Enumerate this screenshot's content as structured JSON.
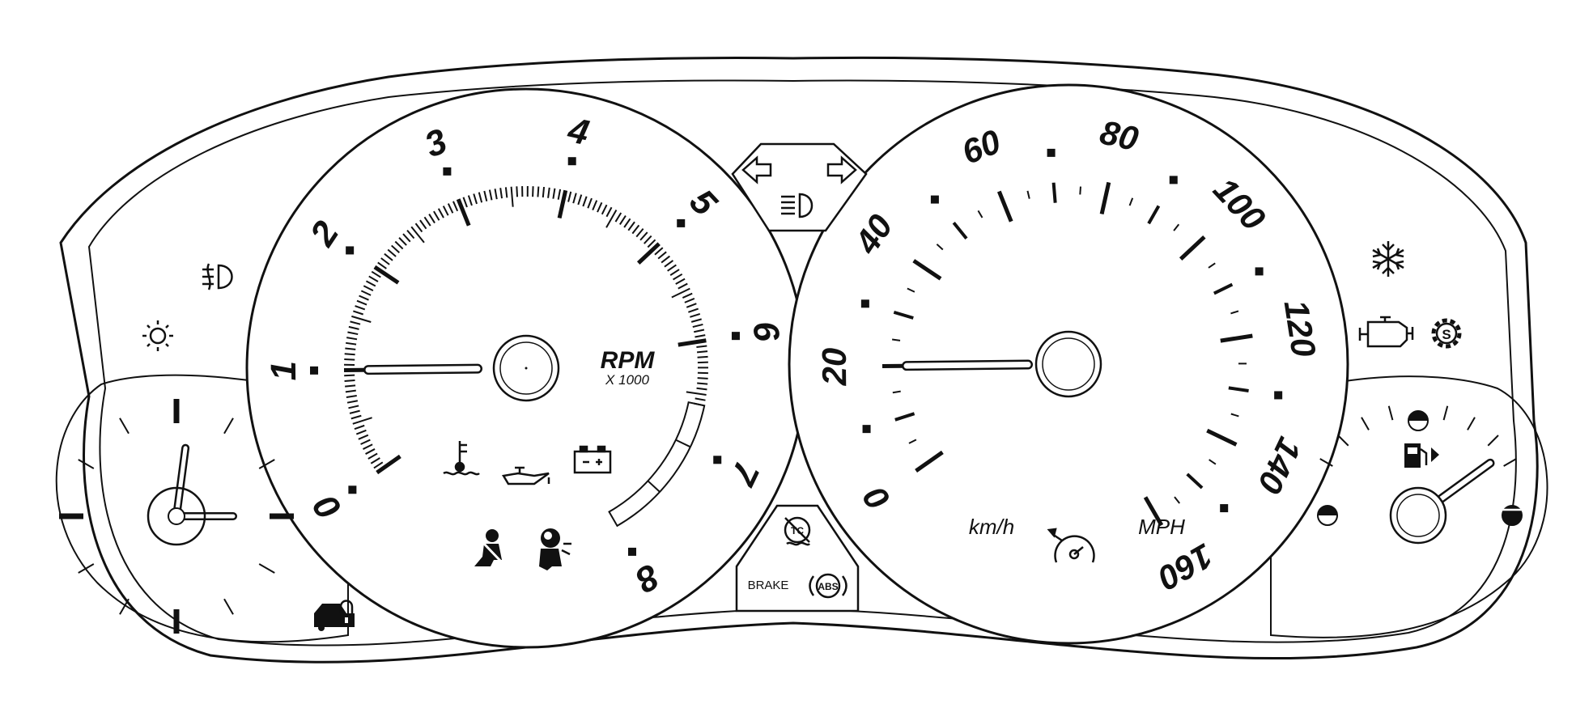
{
  "tachometer": {
    "numbers": [
      "0",
      "1",
      "2",
      "3",
      "4",
      "5",
      "6",
      "7",
      "8"
    ],
    "unit": "RPM",
    "multiplier": "X 1000",
    "value": 1.0,
    "redline_from": 6.6
  },
  "speedometer": {
    "labels": [
      "0",
      "20",
      "40",
      "60",
      "80",
      "100",
      "120",
      "140",
      "160"
    ],
    "unit_metric": "km/h",
    "unit_imperial": "MPH",
    "value": 20
  },
  "fuel_gauge": {
    "level_fraction": 0.95
  },
  "clock": {
    "hour": 12,
    "minute": 15
  },
  "telltales": {
    "brake_label": "BRAKE",
    "abs_label": "ABS",
    "tc_label": "TC",
    "shift_label": "S"
  },
  "icons": [
    "turn-left-arrow-icon",
    "turn-right-arrow-icon",
    "high-beam-icon",
    "front-fog-lamp-icon",
    "parking-lamp-icon",
    "security-lock-icon",
    "coolant-temperature-icon",
    "oil-pressure-icon",
    "battery-icon",
    "seat-belt-icon",
    "airbag-icon",
    "traction-control-icon",
    "abs-icon",
    "cruise-control-icon",
    "snowflake-icon",
    "check-engine-icon",
    "service-gear-icon",
    "fuel-pump-icon",
    "fuel-empty-icon",
    "fuel-full-icon"
  ],
  "colors": {
    "line": "#111111",
    "face": "#ffffff"
  }
}
